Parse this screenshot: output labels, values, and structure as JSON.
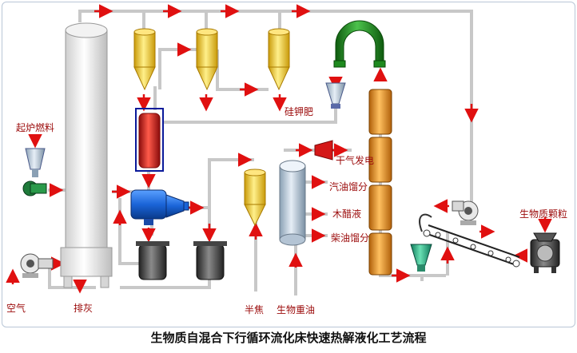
{
  "labels": {
    "startup_fuel": "起炉燃料",
    "air": "空气",
    "ash_discharge": "排灰",
    "potash_fertilizer": "硅钾肥",
    "dry_gas_power": "干气发电",
    "gasoline_fraction": "汽油馏分",
    "wood_vinegar": "木醋液",
    "diesel_fraction": "柴油馏分",
    "semi_coke": "半焦",
    "bio_heavy_oil": "生物重油",
    "biomass_particles": "生物质颗粒"
  },
  "caption": "生物质自混合下行循环流化床快速热解液化工艺流程",
  "colors": {
    "pipe": "#c8c8c8",
    "arrow": "#e01010",
    "label": "#9b0a0a",
    "cyclone": "#f0c419",
    "reactor": "#d41818",
    "separator": "#1a64d8",
    "condenser_column": "#e8901a",
    "dome": "#1e8a1e",
    "riser": "#ececec"
  }
}
